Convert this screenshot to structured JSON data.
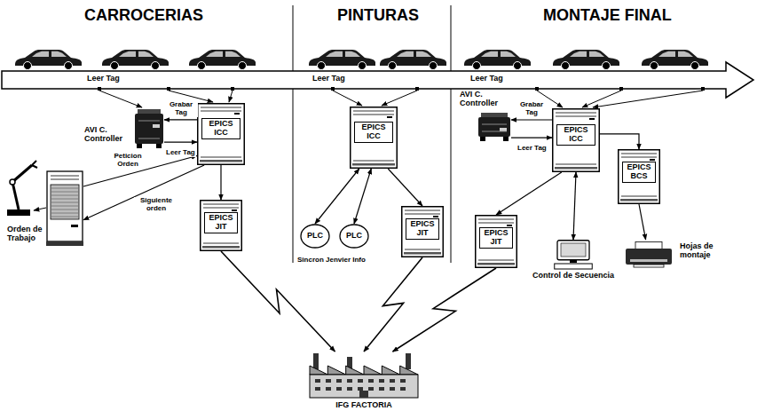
{
  "diagram": {
    "nodes": [
      {
        "text": [
          "AVI C. Controller"
        ]
      },
      {
        "text": [
          "EPICS ICC"
        ]
      },
      {
        "text": [
          "Orden de Trabajo"
        ]
      },
      {
        "text": [
          "EPICS JIT"
        ]
      },
      {
        "text": [
          "EPICS ICC"
        ]
      },
      {
        "text": [
          "PLC"
        ]
      },
      {
        "text": [
          "PLC"
        ]
      },
      {
        "text": [
          "EPICS JIT"
        ]
      },
      {
        "text": [
          "AVI C. Controller"
        ]
      },
      {
        "text": [
          "EPICS ICC"
        ]
      },
      {
        "text": [
          "EPICS JIT"
        ]
      },
      {
        "text": [
          "EPICS BCS"
        ]
      },
      {
        "text": [
          "Control de Secuencia"
        ]
      },
      {
        "text": [
          "Hojas de montaje"
        ]
      },
      {
        "text": [
          "IFG FACTORIA"
        ]
      }
    ],
    "edges": [
      {
        "from": 1,
        "to": 0,
        "arrow": "to",
        "label": "Grabar Tag"
      },
      {
        "from": 0,
        "to": 1,
        "arrow": "to",
        "label": "Leer Tag"
      },
      {
        "from": 2,
        "to": 1,
        "arrow": "to",
        "label": "Peticion Orden"
      },
      {
        "from": 1,
        "to": 2,
        "arrow": "to",
        "label": "Siguiente orden"
      },
      {
        "from": 1,
        "to": 3,
        "arrow": "to"
      },
      {
        "from": 3,
        "to": 14,
        "arrow": "to"
      },
      {
        "from": 4,
        "to": 5,
        "arrow": "both"
      },
      {
        "from": 4,
        "to": 6,
        "arrow": "both"
      },
      {
        "from": 4,
        "to": 7,
        "arrow": "to"
      },
      {
        "from": 7,
        "to": 14,
        "arrow": "to"
      },
      {
        "from": 9,
        "to": 8,
        "arrow": "to",
        "label": "Grabar Tag"
      },
      {
        "from": 8,
        "to": 9,
        "arrow": "to",
        "label": "Leer Tag"
      },
      {
        "from": 9,
        "to": 10,
        "arrow": "to"
      },
      {
        "from": 9,
        "to": 12,
        "arrow": "both"
      },
      {
        "from": 9,
        "to": 11,
        "arrow": "to"
      },
      {
        "from": 11,
        "to": 13,
        "arrow": "to"
      },
      {
        "from": 10,
        "to": 14,
        "arrow": "to"
      }
    ],
    "labels": [
      "CARROCERIAS",
      "PINTURAS",
      "MONTAJE FINAL",
      "Leer Tag",
      "Leer Tag",
      "Leer Tag",
      "Sincron Jenvier Info"
    ]
  }
}
